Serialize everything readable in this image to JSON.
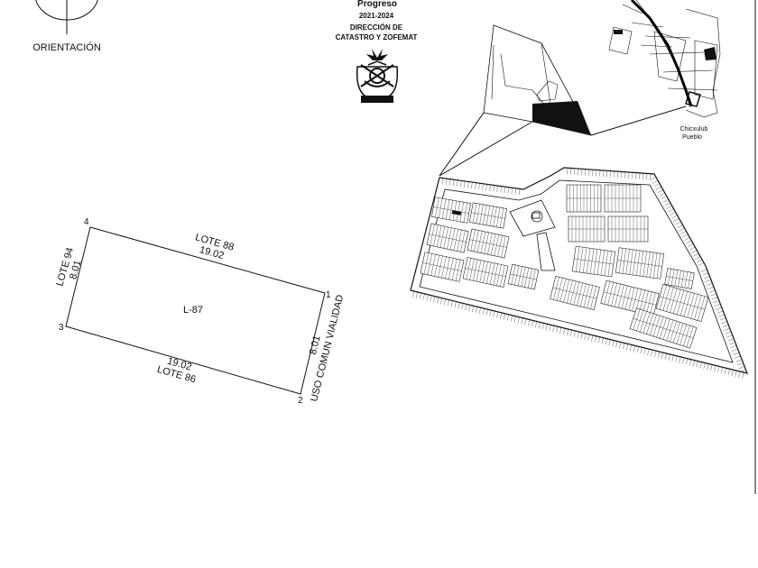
{
  "header": {
    "municipality": "Progreso",
    "period": "2021-2024",
    "department_line1": "DIRECCIÓN DE",
    "department_line2": "CATASTRO Y ZOFEMAT"
  },
  "orientation": {
    "label": "ORIENTACIÓN"
  },
  "lot": {
    "id": "L-87",
    "vertices": [
      "1",
      "2",
      "3",
      "4"
    ],
    "north": {
      "neighbor": "LOTE 88",
      "length": "19.02"
    },
    "south": {
      "neighbor": "LOTE 86",
      "length": "19.02"
    },
    "west": {
      "neighbor": "LOTE 94",
      "length": "8.01"
    },
    "east": {
      "neighbor": "USO COMUN VIALIDAD",
      "length": "8.01"
    }
  },
  "location_map": {
    "town_label_line1": "Chicxulub",
    "town_label_line2": "Pueblo"
  }
}
